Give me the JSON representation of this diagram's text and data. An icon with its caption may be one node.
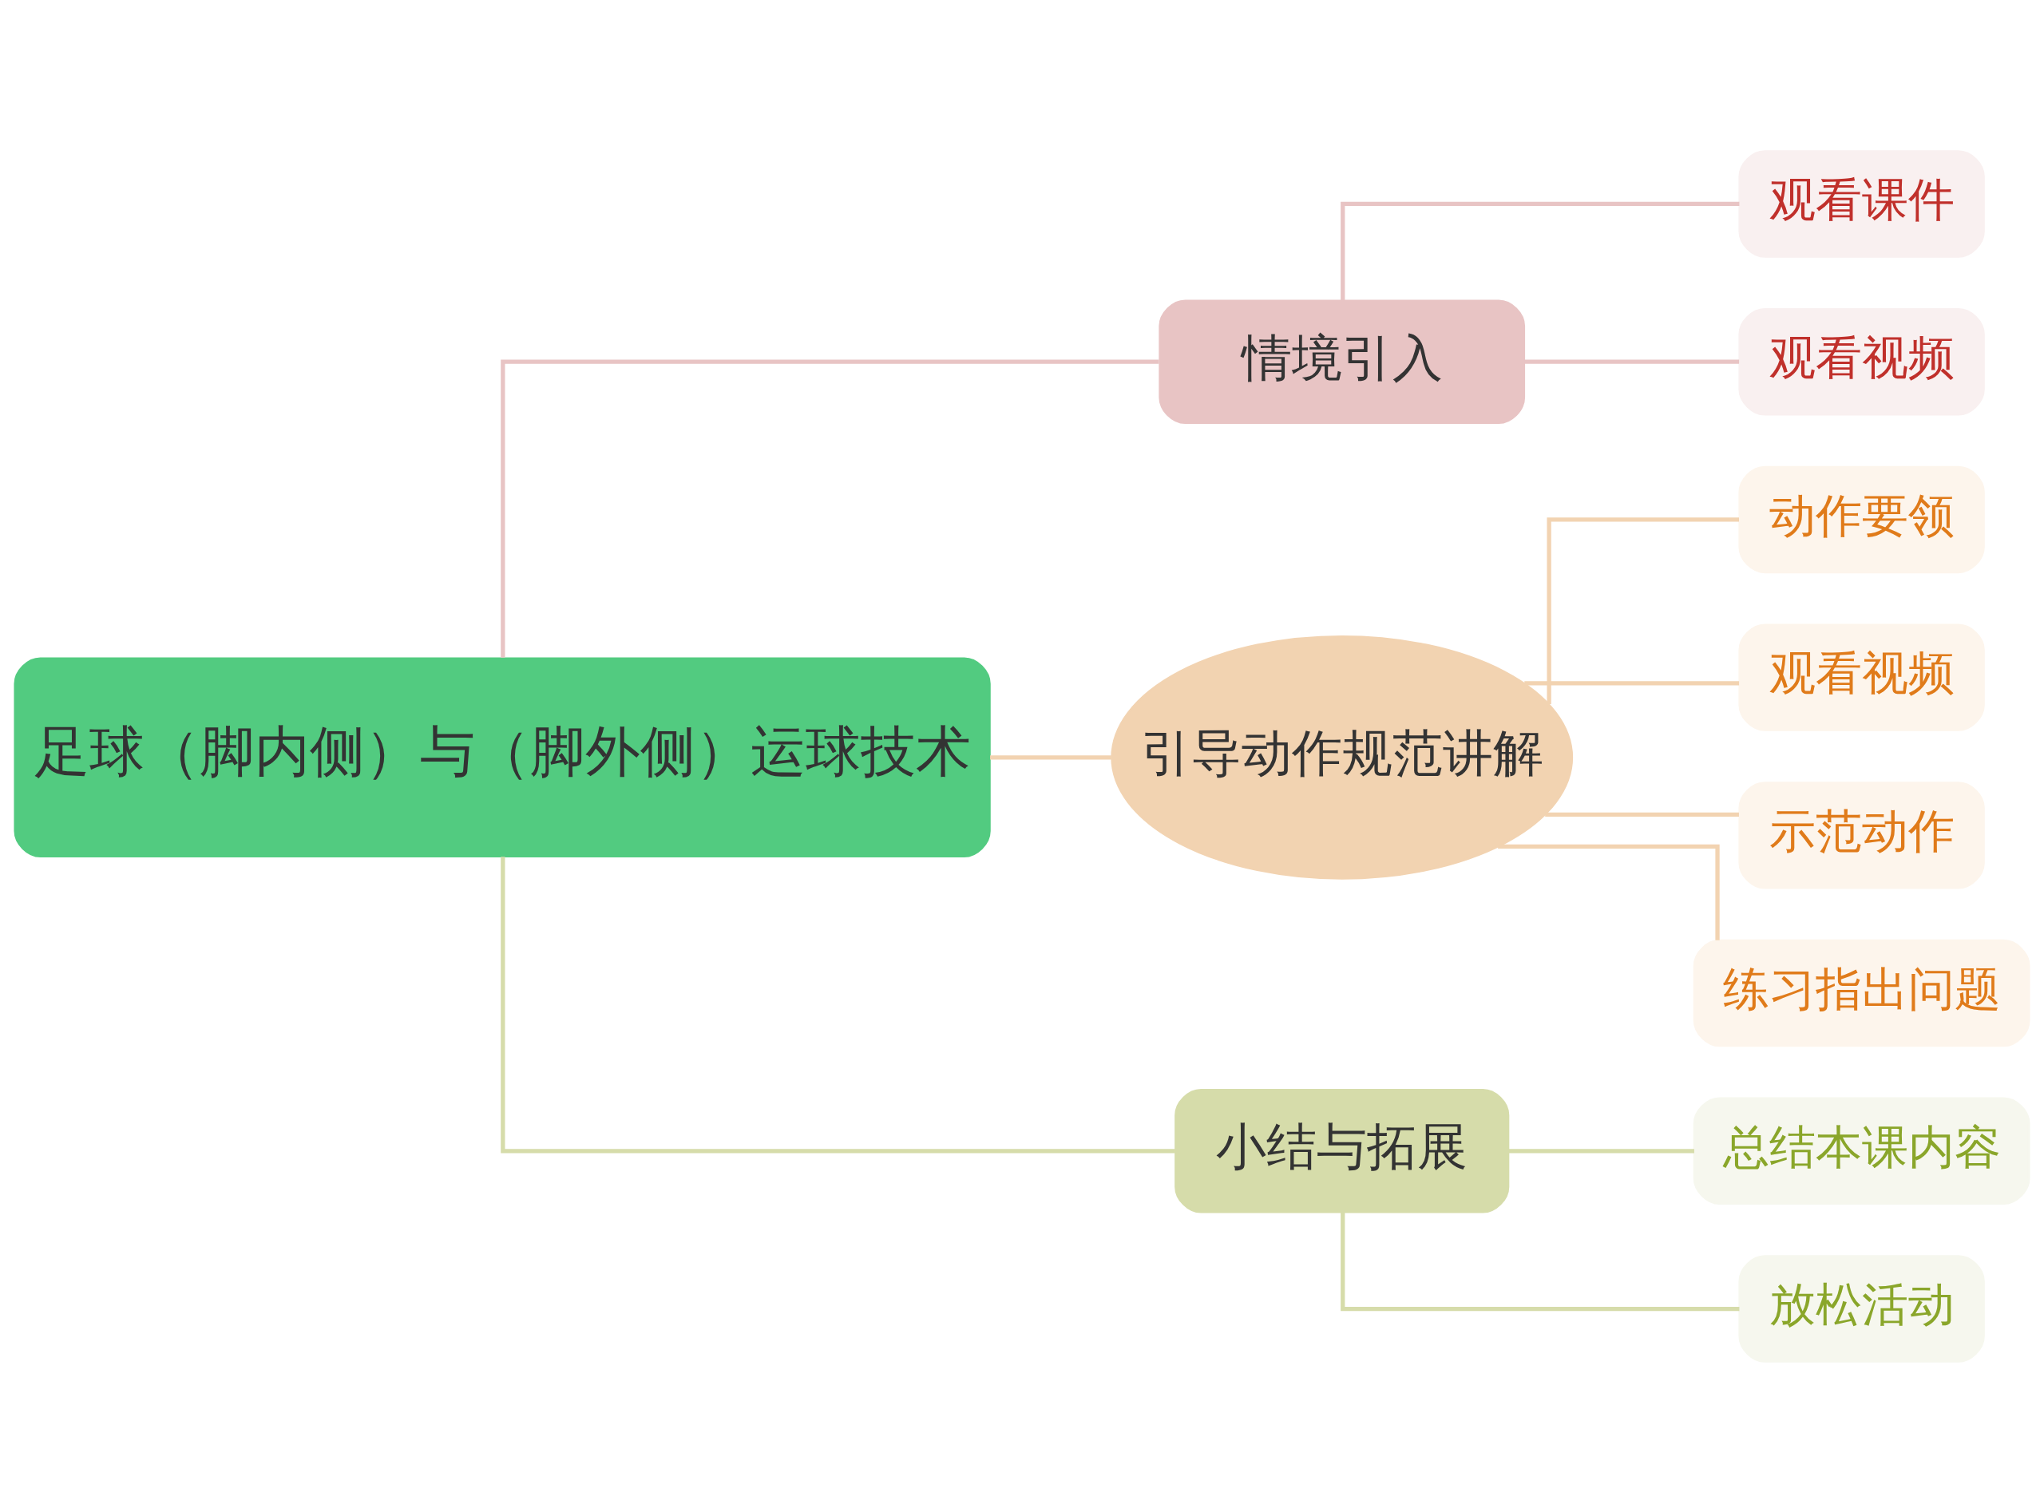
{
  "diagram": {
    "nodes": [
      {
        "text": [
          "足球（脚内侧）与（脚外侧）运球技术"
        ]
      },
      {
        "text": [
          "情境引入"
        ]
      },
      {
        "text": [
          "观看课件"
        ]
      },
      {
        "text": [
          "观看视频"
        ]
      },
      {
        "text": [
          "引导动作规范讲解"
        ]
      },
      {
        "text": [
          "动作要领"
        ]
      },
      {
        "text": [
          "观看视频"
        ]
      },
      {
        "text": [
          "示范动作"
        ]
      },
      {
        "text": [
          "练习指出问题"
        ]
      },
      {
        "text": [
          "小结与拓展"
        ]
      },
      {
        "text": [
          "总结本课内容"
        ]
      },
      {
        "text": [
          "放松活动"
        ]
      }
    ],
    "edges": [
      {
        "from": 0,
        "to": 1,
        "arrow": "none",
        "color": "#e8c4c4"
      },
      {
        "from": 1,
        "to": 2,
        "arrow": "none",
        "color": "#e8c4c4"
      },
      {
        "from": 1,
        "to": 3,
        "arrow": "none",
        "color": "#e8c4c4"
      },
      {
        "from": 0,
        "to": 4,
        "arrow": "none",
        "color": "#f2d3b1"
      },
      {
        "from": 4,
        "to": 5,
        "arrow": "none",
        "color": "#f2d3b1"
      },
      {
        "from": 4,
        "to": 6,
        "arrow": "none",
        "color": "#f2d3b1"
      },
      {
        "from": 4,
        "to": 7,
        "arrow": "none",
        "color": "#f2d3b1"
      },
      {
        "from": 4,
        "to": 8,
        "arrow": "none",
        "color": "#f2d3b1"
      },
      {
        "from": 0,
        "to": 9,
        "arrow": "none",
        "color": "#d6dcaa"
      },
      {
        "from": 9,
        "to": 10,
        "arrow": "none",
        "color": "#d6dcaa"
      },
      {
        "from": 9,
        "to": 11,
        "arrow": "none",
        "color": "#d6dcaa"
      }
    ]
  }
}
